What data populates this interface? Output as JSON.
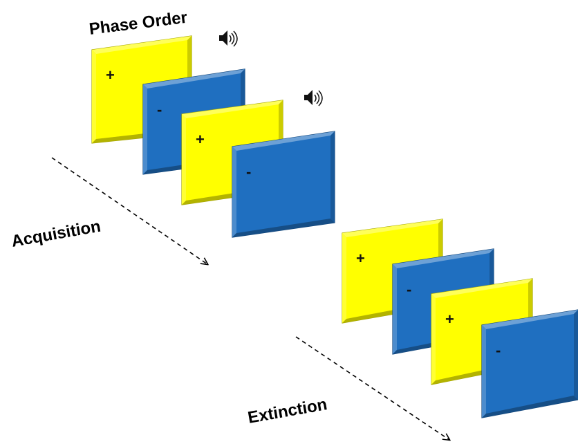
{
  "title": "Phase Order",
  "phases": [
    {
      "label": "Acquisition",
      "cards": [
        {
          "symbol": "+",
          "color": "#ffff00",
          "sound": true
        },
        {
          "symbol": "-",
          "color": "#1f6fc0",
          "sound": false
        },
        {
          "symbol": "+",
          "color": "#ffff00",
          "sound": true
        },
        {
          "symbol": "-",
          "color": "#1f6fc0",
          "sound": false
        }
      ]
    },
    {
      "label": "Extinction",
      "cards": [
        {
          "symbol": "+",
          "color": "#ffff00",
          "sound": false
        },
        {
          "symbol": "-",
          "color": "#1f6fc0",
          "sound": false
        },
        {
          "symbol": "+",
          "color": "#ffff00",
          "sound": false
        },
        {
          "symbol": "-",
          "color": "#1f6fc0",
          "sound": false
        }
      ]
    }
  ],
  "icons": {
    "sound": "speaker-icon"
  }
}
